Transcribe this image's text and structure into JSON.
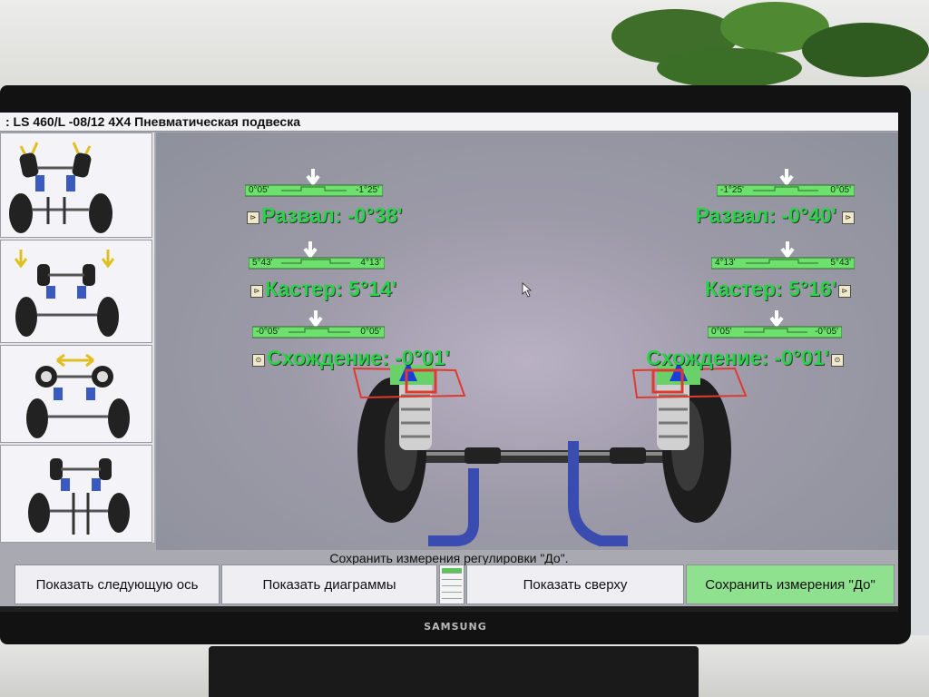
{
  "window": {
    "title": ": LS 460/L -08/12 4X4 Пневматическая подвеска"
  },
  "monitor": {
    "brand": "SAMSUNG"
  },
  "thumbnails": [
    {
      "name": "camber-view"
    },
    {
      "name": "caster-view"
    },
    {
      "name": "toe-view"
    },
    {
      "name": "rear-axle-view"
    }
  ],
  "left_wheel": {
    "camber": {
      "label": "Развал: -0°38'",
      "range_low": "0°05'",
      "range_high": "-1°25'"
    },
    "caster": {
      "label": "Кастер: 5°14'",
      "range_low": "5°43'",
      "range_high": "4°13'"
    },
    "toe": {
      "label": "Схождение: -0°01'",
      "range_low": "-0°05'",
      "range_high": "0°05'"
    }
  },
  "right_wheel": {
    "camber": {
      "label": "Развал: -0°40'",
      "range_low": "-1°25'",
      "range_high": "0°05'"
    },
    "caster": {
      "label": "Кастер: 5°16'",
      "range_low": "4°13'",
      "range_high": "5°43'"
    },
    "toe": {
      "label": "Схождение: -0°01'",
      "range_low": "0°05'",
      "range_high": "-0°05'"
    }
  },
  "status": "Сохранить измерения регулировки \"До\".",
  "buttons": {
    "next_axle": "Показать следующую ось",
    "diagrams": "Показать диаграммы",
    "top_view": "Показать сверху",
    "save_before": "Сохранить измерения \"До\""
  },
  "colors": {
    "reading_green": "#2bd14a",
    "gauge_green": "#6ee06e",
    "highlight_button": "#8fe08f",
    "indicator_red": "#e03a2f",
    "indicator_blue": "#1a3fd6"
  }
}
